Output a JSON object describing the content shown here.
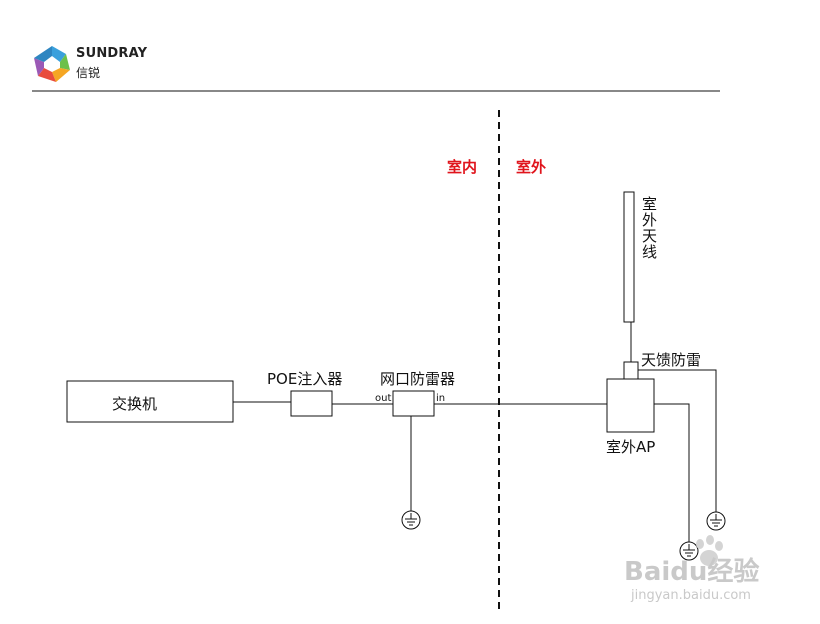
{
  "brand": {
    "name": "SUNDRAY",
    "name_cn": "信锐"
  },
  "zones": {
    "indoor": "室内",
    "outdoor": "室外"
  },
  "nodes": {
    "switch": "交换机",
    "poe_injector": "POE注入器",
    "network_surge": "网口防雷器",
    "antenna": "室外天线",
    "feeder_surge": "天馈防雷",
    "outdoor_ap": "室外AP"
  },
  "ports": {
    "out": "out",
    "in": "in"
  },
  "colors": {
    "zone_label": "#e0141c",
    "line": "#111111"
  },
  "watermark": {
    "brand": "Baidu经验",
    "url": "jingyan.baidu.com"
  }
}
